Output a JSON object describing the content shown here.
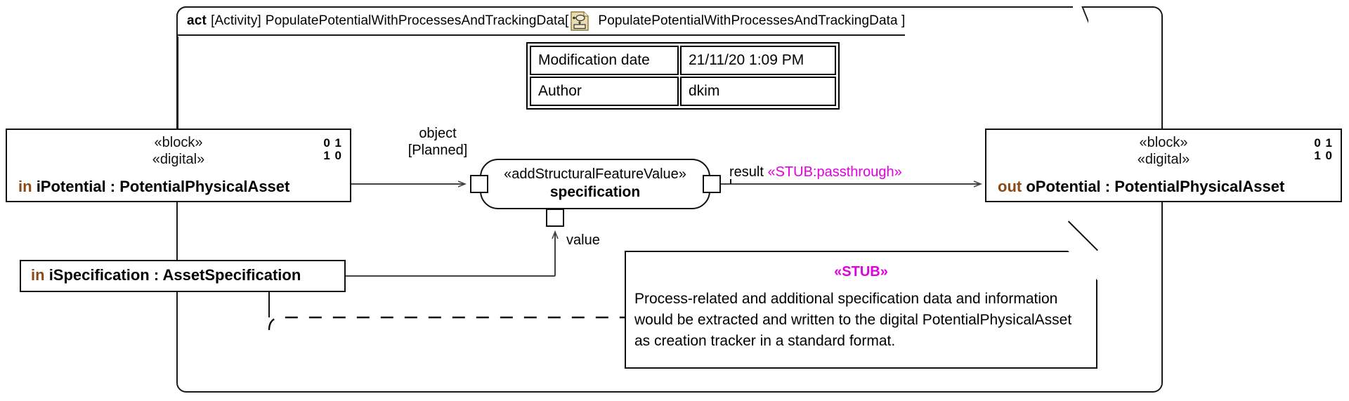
{
  "frame": {
    "keyword": "act",
    "type_label": "[Activity]",
    "name": "PopulatePotentialWithProcessesAndTrackingData[",
    "icon": "activity-diagram-icon",
    "qualified_name": "PopulatePotentialWithProcessesAndTrackingData ]"
  },
  "metadata": {
    "rows": [
      {
        "key": "Modification date",
        "value": "21/11/20 1:09 PM"
      },
      {
        "key": "Author",
        "value": "dkim"
      }
    ]
  },
  "nodes": {
    "input_potential": {
      "stereotype1": "«block»",
      "stereotype2": "«digital»",
      "digital_top": "0 1",
      "digital_bottom": "1 0",
      "direction": "in",
      "name": "iPotential : PotentialPhysicalAsset"
    },
    "output_potential": {
      "stereotype1": "«block»",
      "stereotype2": "«digital»",
      "digital_top": "0 1",
      "digital_bottom": "1 0",
      "direction": "out",
      "name": "oPotential : PotentialPhysicalAsset"
    },
    "input_specification": {
      "direction": "in",
      "name": "iSpecification : AssetSpecification"
    },
    "action": {
      "stereotype": "«addStructuralFeatureValue»",
      "name": "specification"
    }
  },
  "edges": {
    "object_label_line1": "object",
    "object_label_line2": "[Planned]",
    "result_label": "result",
    "result_stereotype": "«STUB:passthrough»",
    "value_label": "value"
  },
  "note": {
    "stereotype": "«STUB»",
    "text": "Process-related and additional specification data and information would be extracted and written to the digital PotentialPhysicalAsset as creation tracker in a standard format."
  },
  "colors": {
    "stub_magenta": "#e000e0",
    "direction_brown": "#8a4a16",
    "line_black": "#111111",
    "icon_tan": "#e8dcb0"
  }
}
